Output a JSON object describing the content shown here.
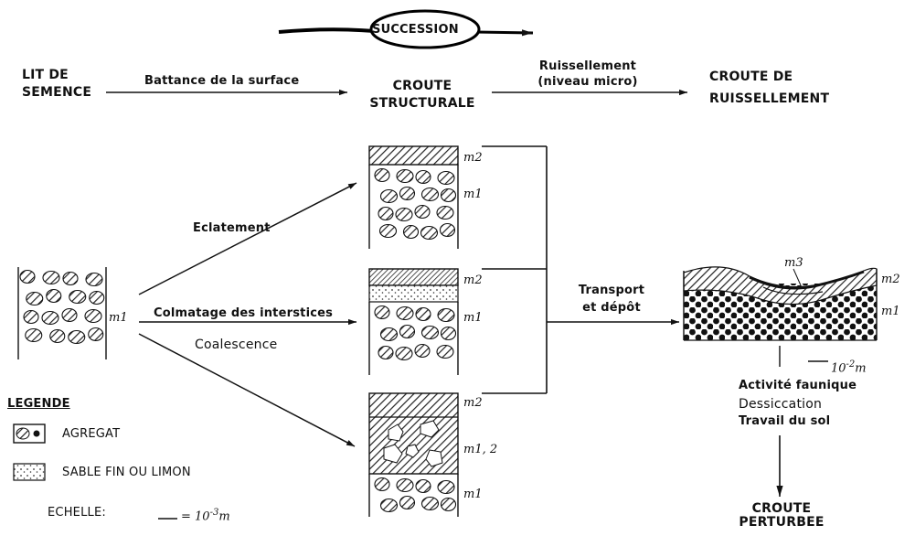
{
  "title": "SUCCESSION",
  "stages": {
    "seed_bed": [
      "LIT DE",
      "SEMENCE"
    ],
    "structural_crust": [
      "CROUTE",
      "STRUCTURALE"
    ],
    "runoff_crust": [
      "CROUTE DE",
      "RUISSELLEMENT"
    ],
    "disturbed_crust": [
      "CROUTE",
      "PERTURBEE"
    ]
  },
  "transitions": {
    "surface_sealing": "Battance de la surface",
    "runoff": [
      "Ruissellement",
      "(niveau micro)"
    ],
    "burst": "Eclatement",
    "pore_clogging": "Colmatage des interstices",
    "coalescence": "Coalescence",
    "transport": [
      "Transport",
      "et dépôt"
    ],
    "disturbance": [
      "Activité faunique",
      "Dessiccation",
      "Travail du sol"
    ]
  },
  "layers": {
    "m1": "m1",
    "m2": "m2",
    "m3": "m3",
    "m12": "m1, 2"
  },
  "scale_runoff": "10",
  "scale_runoff_exp": "-2",
  "scale_runoff_unit": "m",
  "legend": {
    "title": "LEGENDE",
    "items": [
      "AGREGAT",
      "SABLE FIN OU LIMON"
    ],
    "scale_label": "ECHELLE:",
    "scale_value": "= 10",
    "scale_exp": "-3",
    "scale_unit": "m"
  }
}
